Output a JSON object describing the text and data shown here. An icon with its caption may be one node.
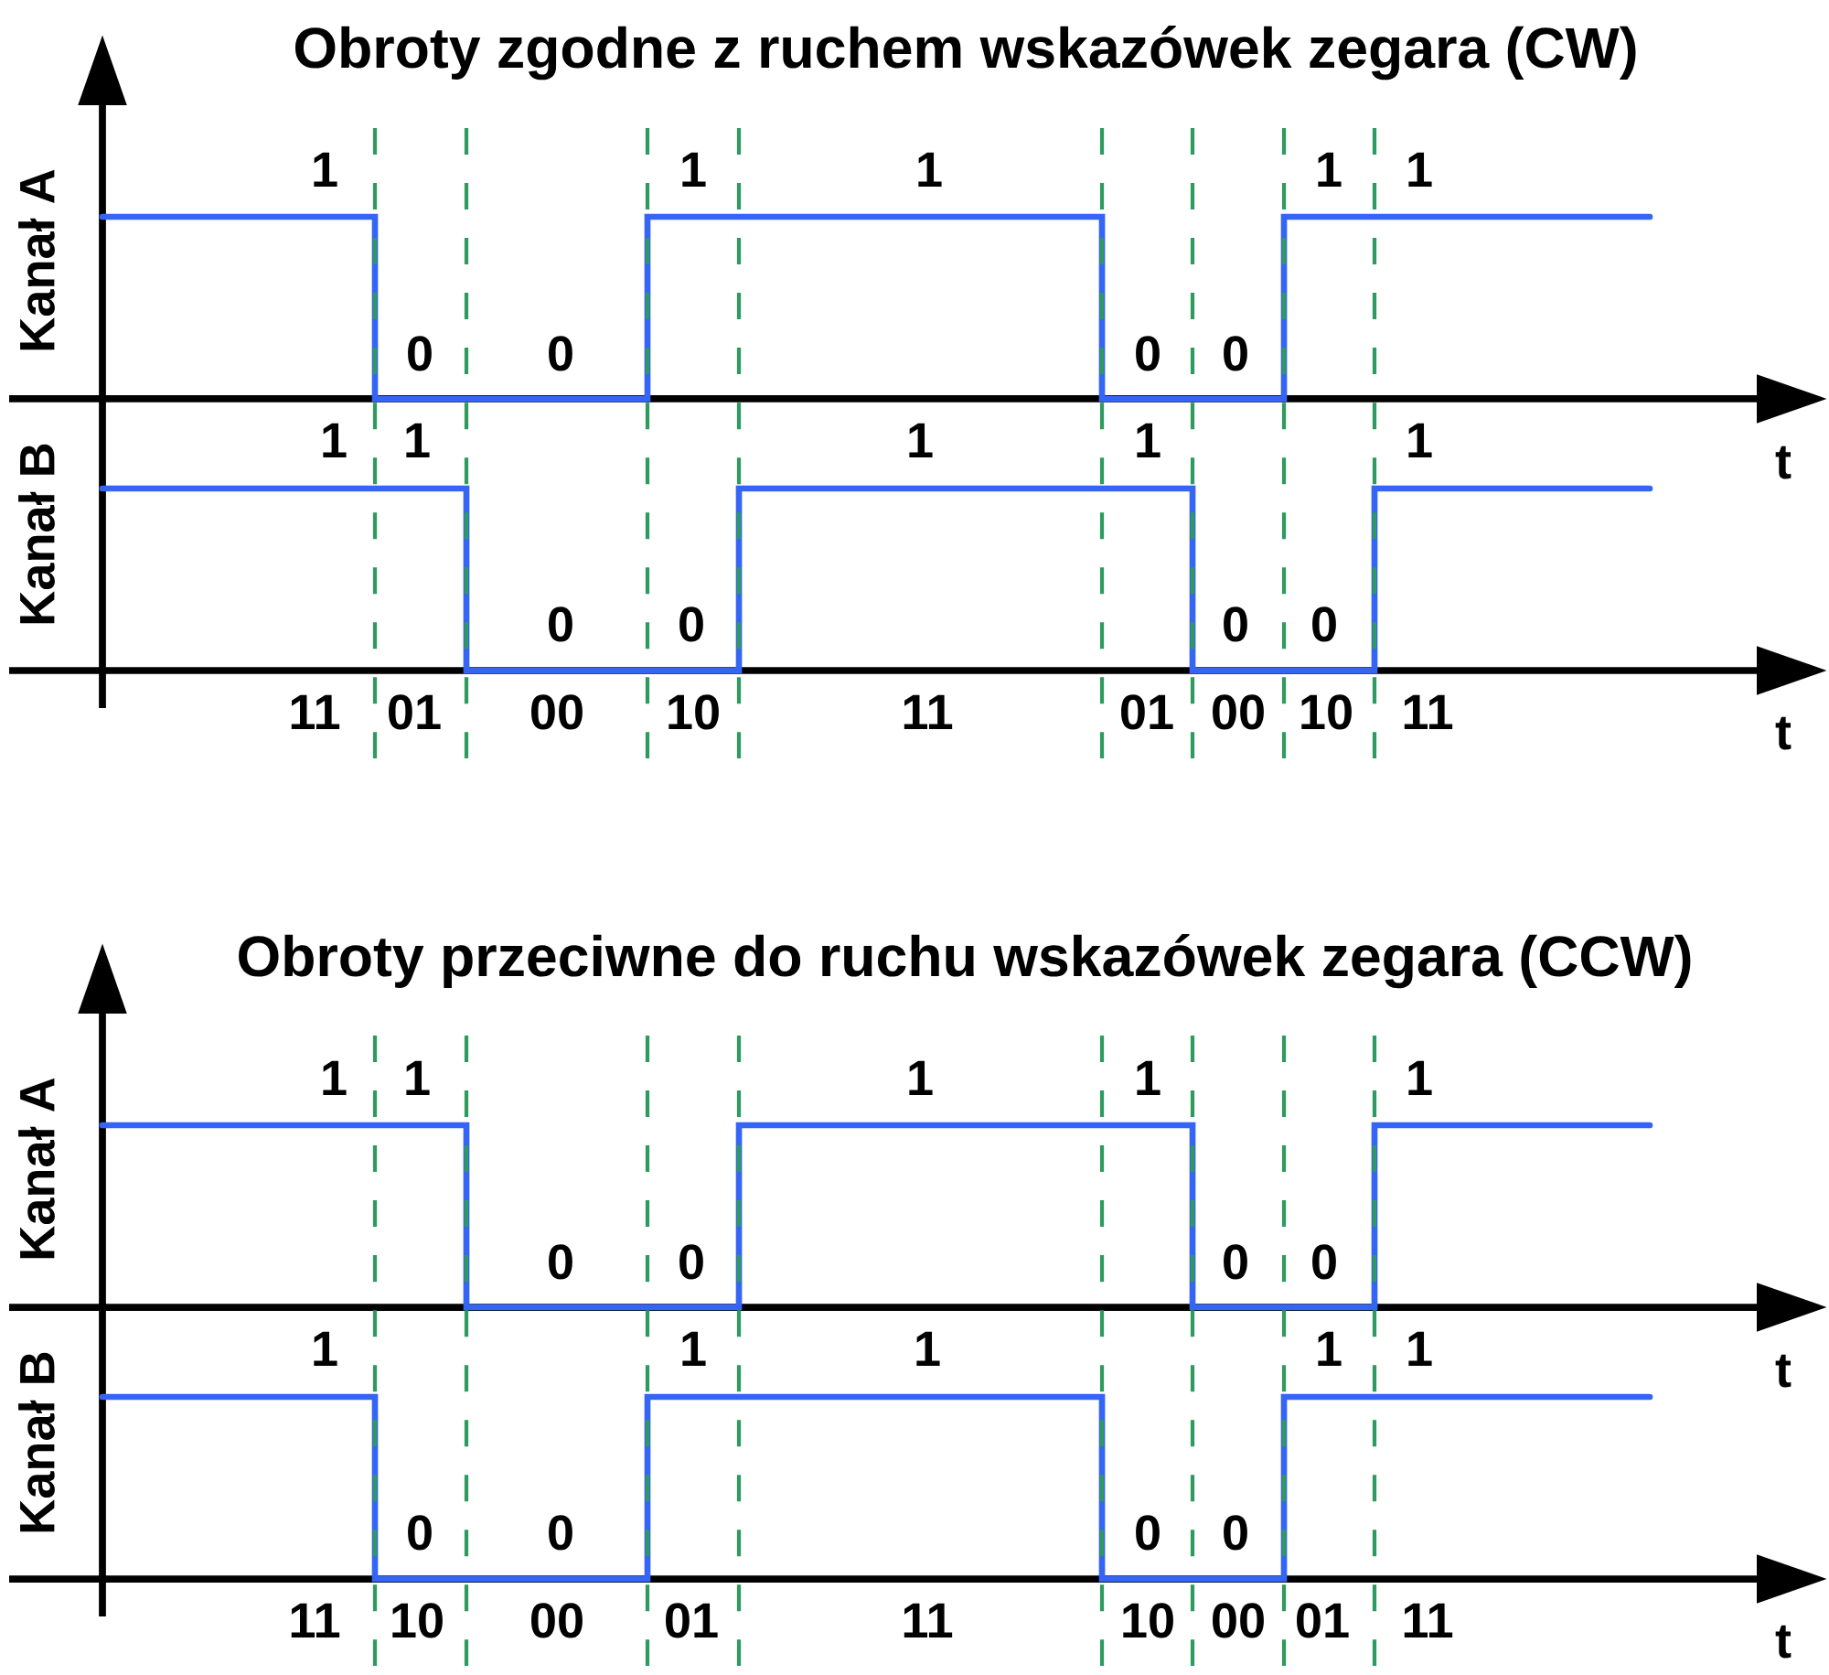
{
  "diagram": {
    "labels": [
      "Obroty zgodne z ruchem wskazówek zegara (CW)",
      "Kanał A",
      "1",
      "1",
      "1",
      "1",
      "1",
      "0",
      "0",
      "0",
      "0",
      "Kanał B",
      "1",
      "1",
      "1",
      "1",
      "1",
      "0",
      "0",
      "0",
      "0",
      "t",
      "11",
      "01",
      "00",
      "10",
      "11",
      "01",
      "00",
      "10",
      "11",
      "t",
      "Obroty przeciwne do ruchu wskazówek zegara (CCW)",
      "Kanał A",
      "1",
      "1",
      "1",
      "1",
      "1",
      "0",
      "0",
      "0",
      "0",
      "Kanał B",
      "1",
      "1",
      "1",
      "1",
      "1",
      "0",
      "0",
      "0",
      "0",
      "t",
      "11",
      "10",
      "00",
      "01",
      "11",
      "10",
      "00",
      "01",
      "11",
      "t"
    ]
  }
}
